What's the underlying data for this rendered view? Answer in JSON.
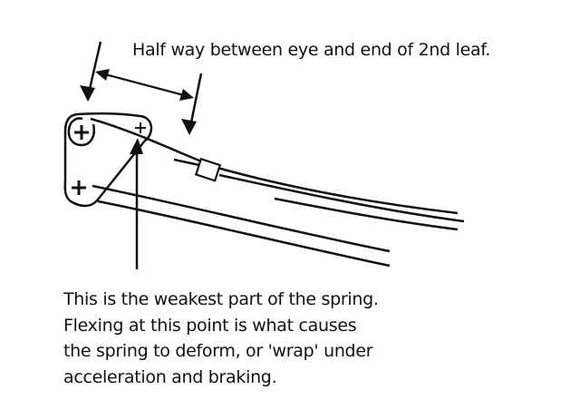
{
  "diagram": {
    "title": "Leaf spring weak point diagram",
    "annotations": {
      "top": "Half way between eye and end of 2nd leaf.",
      "bottom_lines": [
        "This is the weakest part of the spring.",
        "Flexing at this point is what causes",
        "the spring to deform, or 'wrap' under",
        "acceleration and braking."
      ]
    },
    "components": [
      {
        "name": "spring-eye",
        "symbol": "+"
      },
      {
        "name": "shackle-pivot-upper",
        "symbol": "+"
      },
      {
        "name": "shackle-pivot-lower",
        "symbol": "+"
      },
      {
        "name": "leaf-clamp"
      },
      {
        "name": "main-leaf"
      },
      {
        "name": "second-leaf"
      },
      {
        "name": "third-leaf"
      },
      {
        "name": "traction-bar"
      }
    ],
    "colors": {
      "line": "#111111",
      "background": "#ffffff"
    }
  }
}
